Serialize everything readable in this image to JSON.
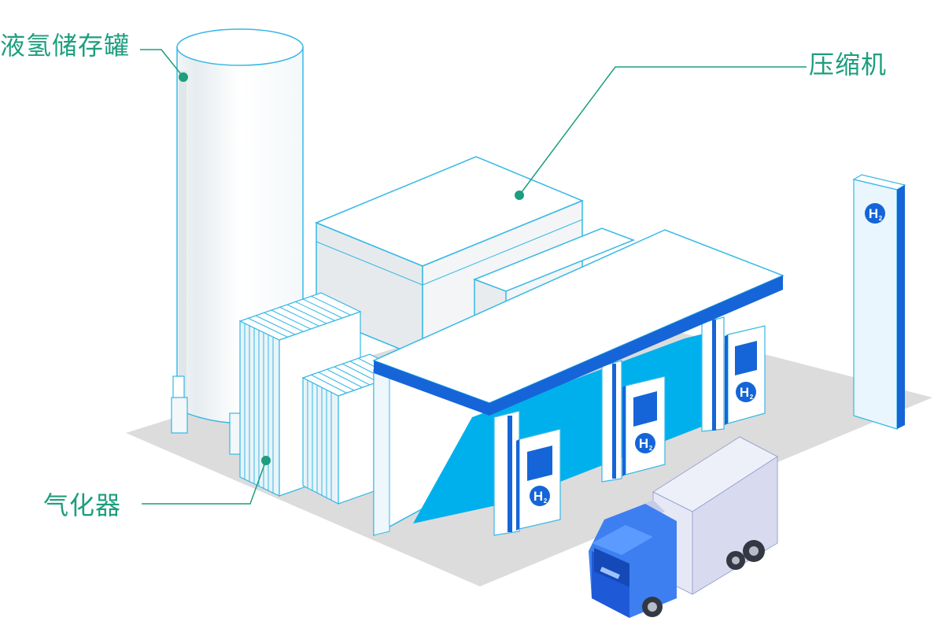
{
  "labels": {
    "tank": "液氢储存罐",
    "compressor": "压缩机",
    "vaporizer": "气化器"
  },
  "badge_text": "H",
  "badge_sub": "2",
  "icons": {
    "badge": "hydrogen-h2-icon",
    "truck": "delivery-truck-icon"
  },
  "colors": {
    "callout": "#1d9e7e",
    "outline": "#36b8e6",
    "accent_blue": "#1565d8",
    "cyan_fill": "#00b0ec",
    "ground": "#dcdcdc",
    "surface": "#f7fbfd"
  }
}
